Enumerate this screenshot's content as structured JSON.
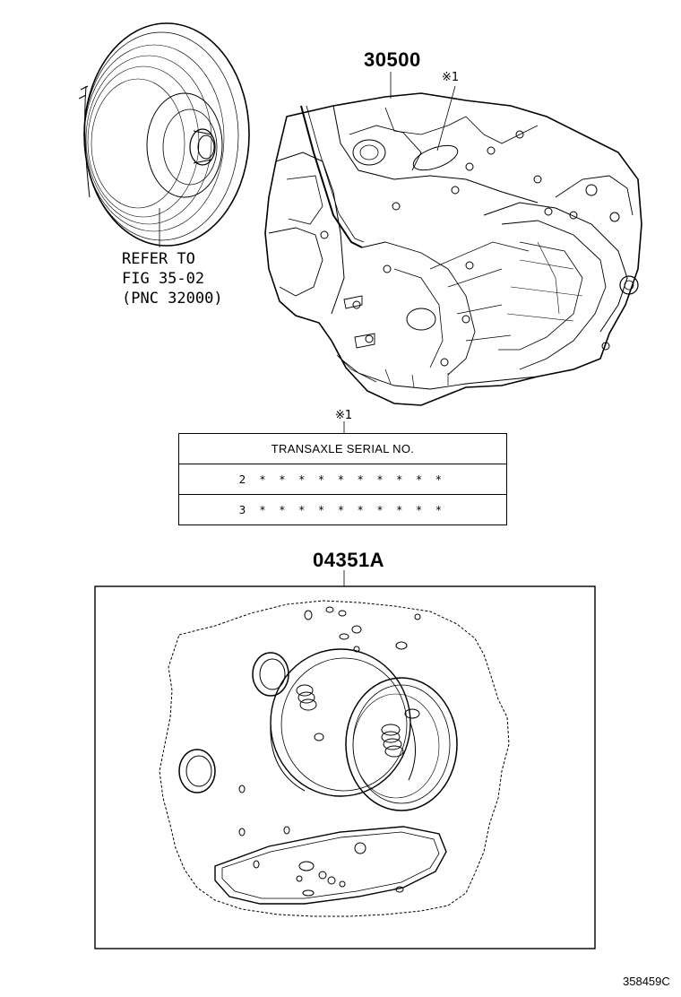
{
  "callouts": {
    "assembly_part": "30500",
    "kit_part": "04351A",
    "note_marker_top": "※1",
    "note_marker_table": "※1"
  },
  "reference": {
    "line1": "REFER TO",
    "line2": "FIG 35-02",
    "line3": "(PNC 32000)"
  },
  "serial_table": {
    "header": "TRANSAXLE SERIAL NO.",
    "rows": [
      "2 * * * * * * * * * *",
      "3 * * * * * * * * * *"
    ]
  },
  "figure_id": "358459C"
}
